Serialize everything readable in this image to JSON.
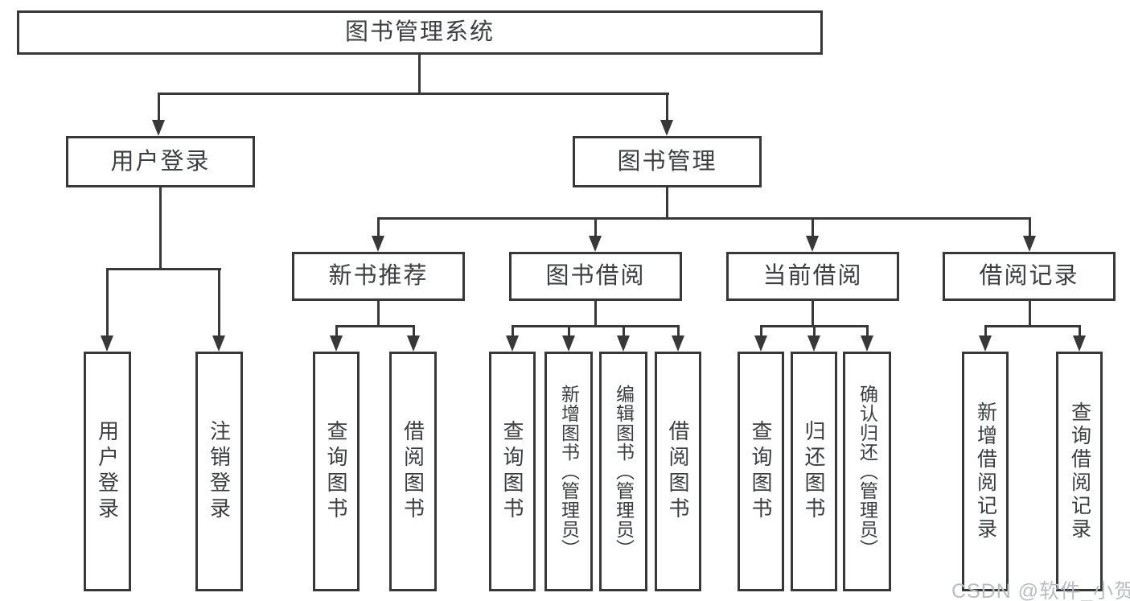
{
  "colors": {
    "line": "#383838",
    "text": "#3c3e41",
    "background": "#ffffff",
    "watermark": "#b9bdc2"
  },
  "root": {
    "label": "图书管理系统"
  },
  "level2": [
    {
      "label": "用户登录"
    },
    {
      "label": "图书管理"
    }
  ],
  "level3": [
    {
      "label": "新书推荐"
    },
    {
      "label": "图书借阅"
    },
    {
      "label": "当前借阅"
    },
    {
      "label": "借阅记录"
    }
  ],
  "leaves": [
    {
      "label": "用户登录"
    },
    {
      "label": "注销登录"
    },
    {
      "label": "查询图书"
    },
    {
      "label": "借阅图书"
    },
    {
      "label": "查询图书"
    },
    {
      "label": "新增图书（管理员）"
    },
    {
      "label": "编辑图书（管理员）"
    },
    {
      "label": "借阅图书"
    },
    {
      "label": "查询图书"
    },
    {
      "label": "归还图书"
    },
    {
      "label": "确认归还（管理员）"
    },
    {
      "label": "新增借阅记录"
    },
    {
      "label": "查询借阅记录"
    }
  ],
  "watermark": {
    "label": "CSDN @软件_小贺同学"
  }
}
